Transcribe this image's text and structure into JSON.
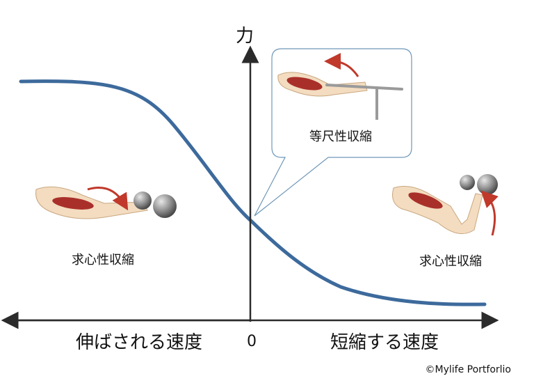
{
  "axes": {
    "y_label": "力",
    "origin_label": "0",
    "x_left_label": "伸ばされる速度",
    "x_right_label": "短縮する速度"
  },
  "callout": {
    "label": "等尺性収縮"
  },
  "left_panel": {
    "label": "求心性収縮"
  },
  "right_panel": {
    "label": "求心性収縮"
  },
  "footer": {
    "copyright": "©Mylife Portforlio"
  },
  "colors": {
    "curve": "#3d6a9c",
    "axis": "#2b2b2b",
    "arrow": "#c0392b",
    "muscle": "#a9302a",
    "skin": "#f3dcc0"
  }
}
